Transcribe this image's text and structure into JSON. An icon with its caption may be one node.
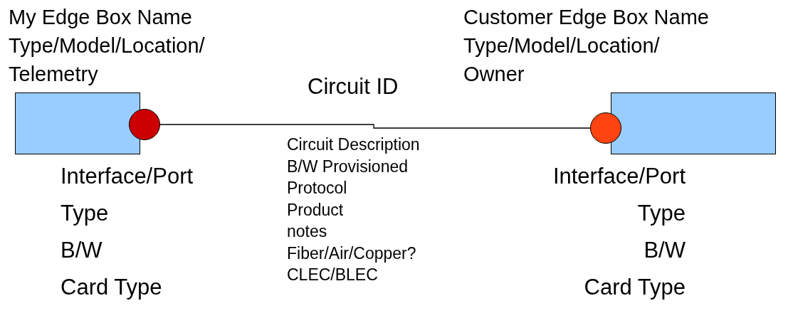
{
  "diagram": {
    "nodes": [
      {
        "text": [
          "My Edge Box Name",
          "Type/Model/Location/ Telemetry"
        ]
      },
      {
        "text": [],
        "shape": "circle",
        "beside": [
          "Interface/Port",
          "Type",
          "B/W",
          "Card Type"
        ]
      },
      {
        "text": [
          "Customer Edge Box Name",
          "Type/Model/Location/ Owner"
        ]
      },
      {
        "text": [],
        "shape": "circle",
        "beside": [
          "Interface/Port",
          "Type",
          "B/W",
          "Card Type"
        ]
      }
    ],
    "edges": [
      {
        "from": 1,
        "to": 3,
        "arrow": "none",
        "label": "Circuit ID"
      }
    ],
    "labels": [
      "Circuit Description",
      "B/W Provisioned",
      "Protocol",
      "Product",
      "notes",
      "Fiber/Air/Copper?",
      "CLEC/BLEC"
    ]
  }
}
